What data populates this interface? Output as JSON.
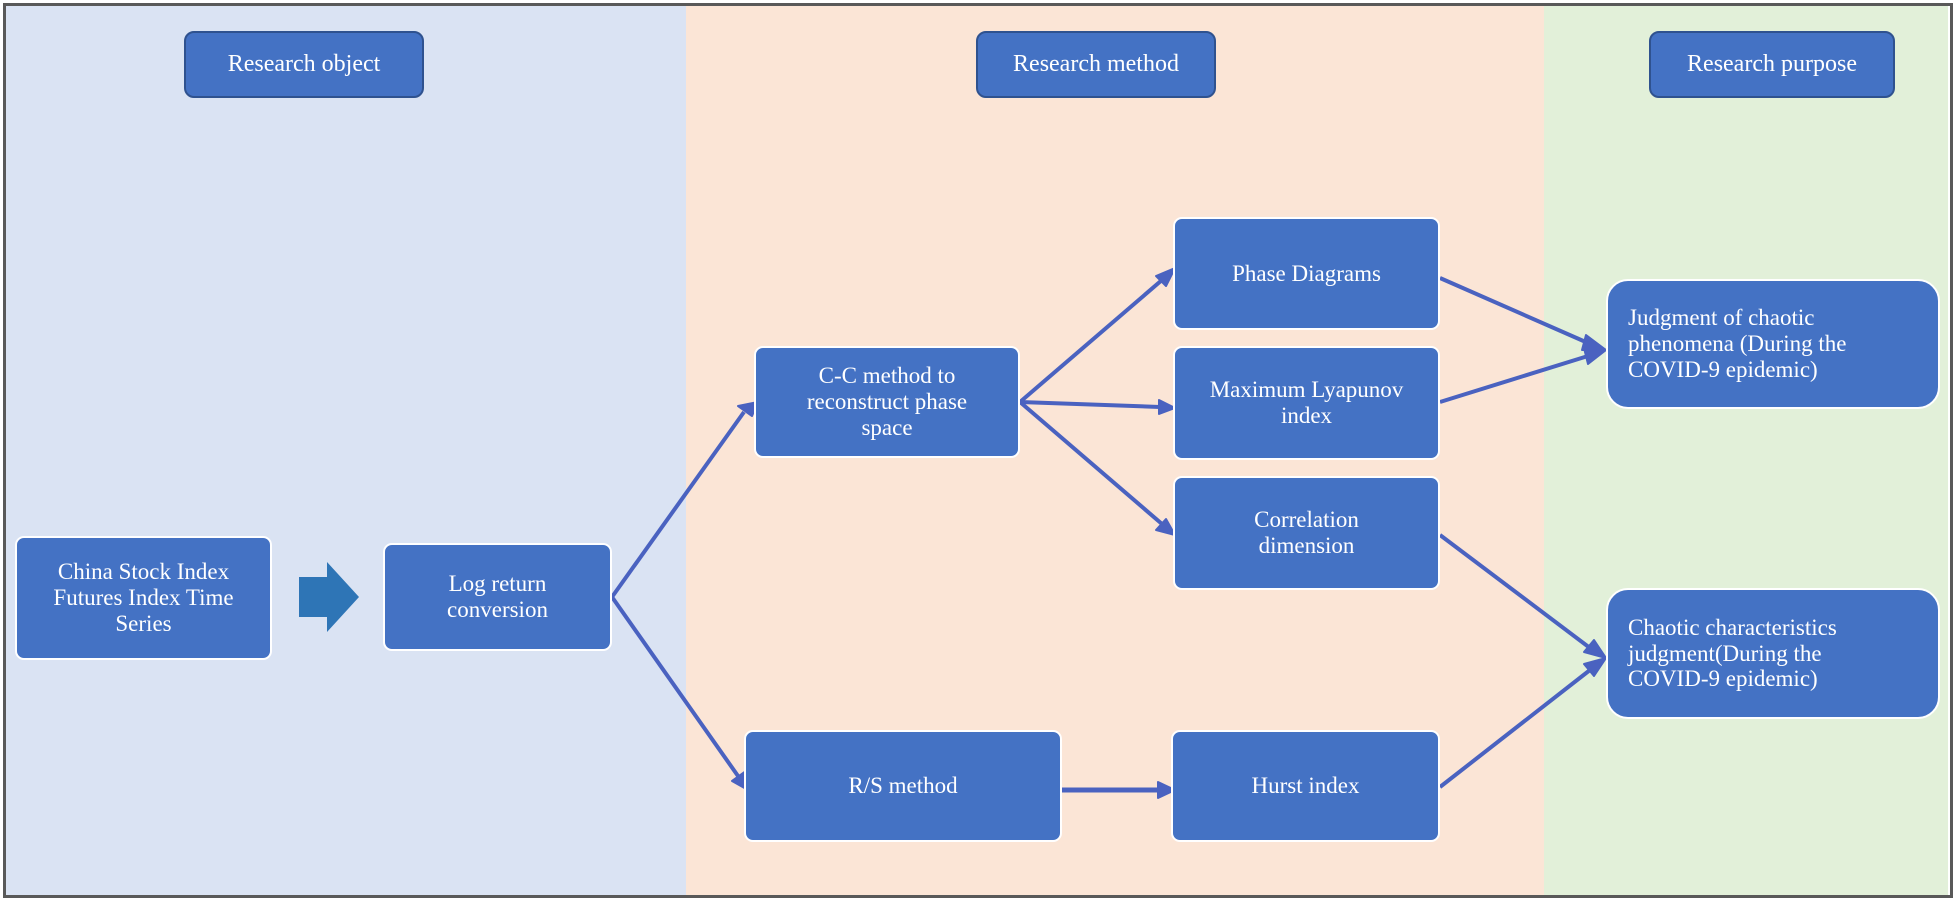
{
  "headers": {
    "object": "Research object",
    "method": "Research method",
    "purpose": "Research purpose"
  },
  "nodes": {
    "series": "China Stock Index\nFutures Index Time\nSeries",
    "log_return": "Log return\nconversion",
    "cc_method": "C-C method to\nreconstruct phase\nspace",
    "phase_diagrams": "Phase Diagrams",
    "lyapunov": "Maximum Lyapunov\nindex",
    "correlation": "Correlation\ndimension",
    "rs_method": "R/S method",
    "hurst": "Hurst index",
    "judgment_chaotic": "Judgment of chaotic\nphenomena (During the\nCOVID-9 epidemic)",
    "chaotic_characteristics": "Chaotic characteristics\njudgment(During the\nCOVID-9 epidemic)"
  },
  "colors": {
    "node_fill": "#4472c4",
    "arrow": "#4a62c0",
    "band_left": "#dae3f3",
    "band_middle": "#fbe5d6",
    "band_right": "#e2f0d9",
    "block_arrow": "#2e75b6"
  }
}
